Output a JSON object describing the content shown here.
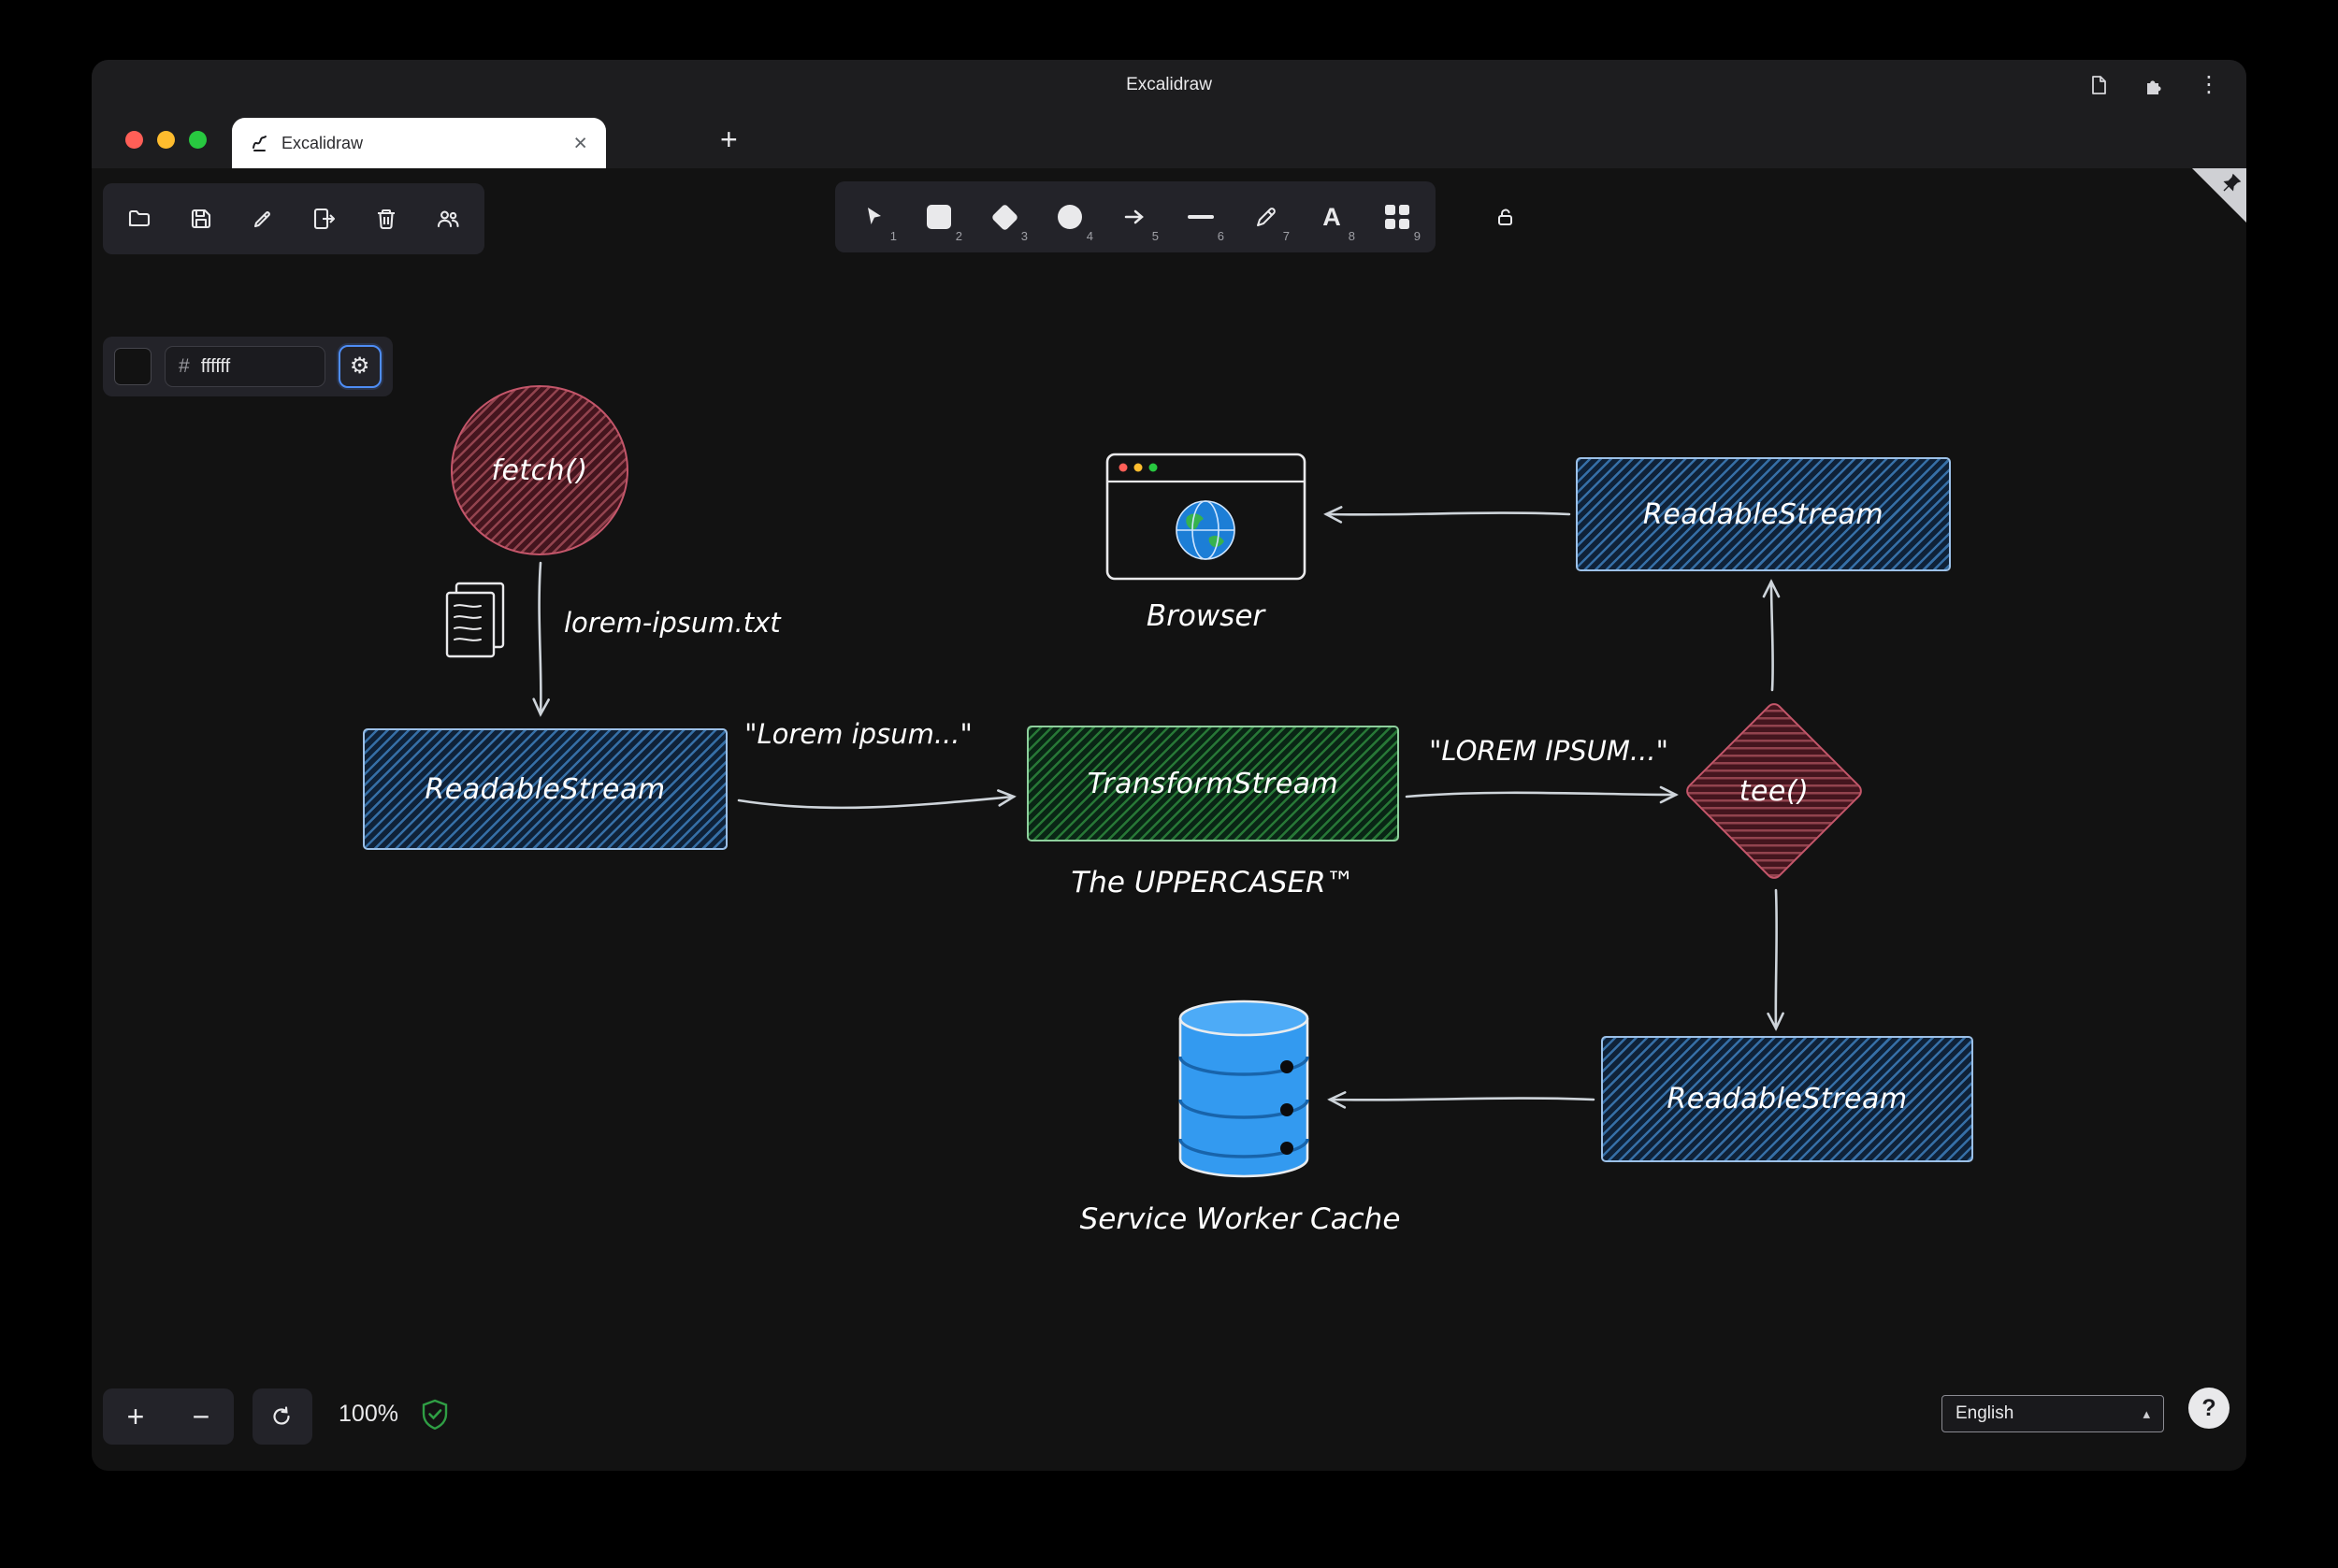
{
  "chrome": {
    "window_title": "Excalidraw",
    "tab_label": "Excalidraw",
    "close_tab_glyph": "×",
    "new_tab_glyph": "+",
    "menu_glyph": "⋮"
  },
  "properties_panel": {
    "hex_prefix": "#",
    "hex_value": "ffffff"
  },
  "tools": {
    "keys": [
      "1",
      "2",
      "3",
      "4",
      "5",
      "6",
      "7",
      "8",
      "9"
    ],
    "text_tool_glyph": "A"
  },
  "zoom": {
    "in_glyph": "+",
    "out_glyph": "−",
    "level": "100%"
  },
  "footer": {
    "language": "English",
    "language_caret": "▴",
    "help_glyph": "?"
  },
  "diagram": {
    "nodes": [
      {
        "id": "fetch",
        "shape": "ellipse",
        "color": "red",
        "label": "fetch()"
      },
      {
        "id": "lorem-file",
        "shape": "pages-icon",
        "label": "lorem-ipsum.txt"
      },
      {
        "id": "readablestream-left",
        "shape": "rectangle",
        "color": "blue",
        "label": "ReadableStream"
      },
      {
        "id": "transformstream",
        "shape": "rectangle",
        "color": "green",
        "label": "TransformStream",
        "caption": "The UPPERCASER™"
      },
      {
        "id": "tee",
        "shape": "diamond",
        "color": "red",
        "label": "tee()"
      },
      {
        "id": "readablestream-top",
        "shape": "rectangle",
        "color": "blue",
        "label": "ReadableStream"
      },
      {
        "id": "browser",
        "shape": "browser-icon",
        "label": "Browser"
      },
      {
        "id": "readablestream-bottom",
        "shape": "rectangle",
        "color": "blue",
        "label": "ReadableStream"
      },
      {
        "id": "service-worker-cache",
        "shape": "database-icon",
        "label": "Service Worker Cache"
      }
    ],
    "edge_labels": [
      {
        "id": "to-transform",
        "label": "\"Lorem ipsum...\""
      },
      {
        "id": "from-transform",
        "label": "\"LOREM IPSUM...\""
      }
    ]
  },
  "colors": {
    "canvas_bg": "#121212",
    "island_bg": "#232329",
    "accent_focus": "#4e8df6",
    "red_stroke": "#c4566a",
    "blue_stroke": "#9cc0e7",
    "green_stroke": "#8ecf9d",
    "arrow": "#ced4da",
    "cache_fill": "#339af0",
    "traffic_red": "#ff5f57",
    "traffic_yellow": "#febc2e",
    "traffic_green": "#28c840"
  }
}
